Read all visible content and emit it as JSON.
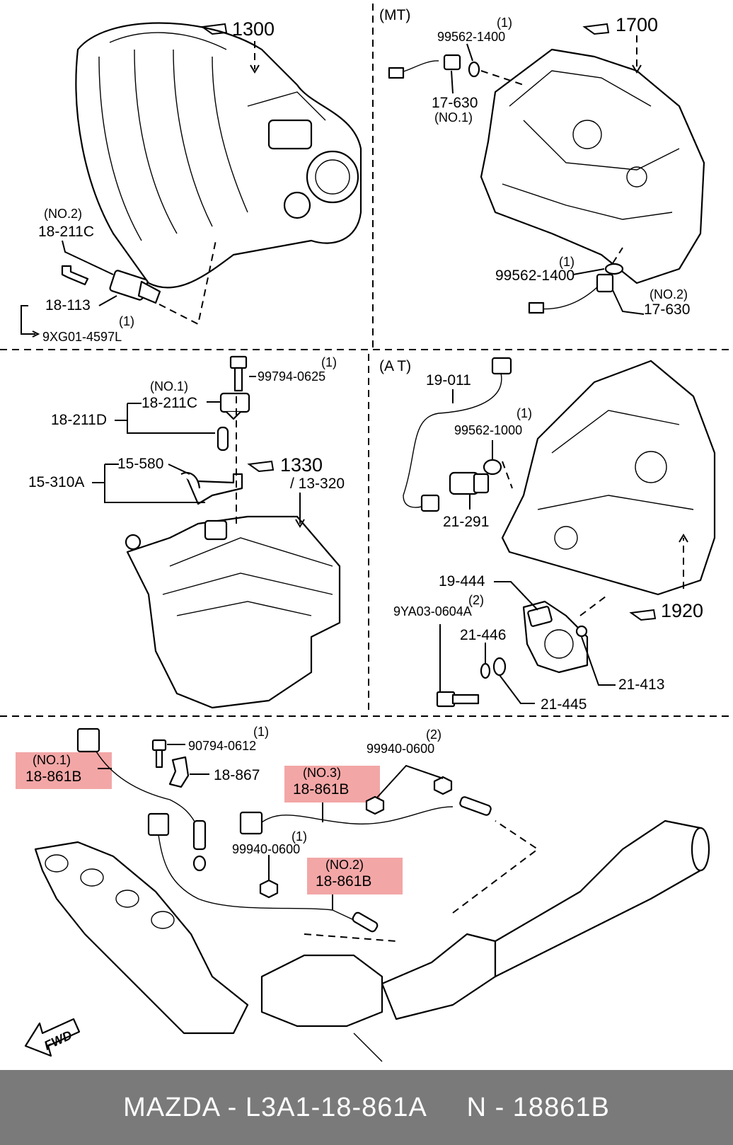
{
  "sections": {
    "mt": "(MT)",
    "at": "(A T)"
  },
  "refs": {
    "r1300": "1300",
    "r1700": "1700",
    "r1330": "1330",
    "r13320": "/ 13-320",
    "r1920": "1920"
  },
  "labels": {
    "no2_top": "(NO.2)",
    "p18211c_top": "18-211C",
    "p18113": "18-113",
    "q1_a": "(1)",
    "p9xg01": "9XG01-4597L",
    "q1_b": "(1)",
    "p99562_1400_a": "99562-1400",
    "p17630_a": "17-630",
    "no1_a": "(NO.1)",
    "q1_c": "(1)",
    "p99562_1400_b": "99562-1400",
    "no2_b": "(NO.2)",
    "p17630_b": "17-630",
    "q1_d": "(1)",
    "p99794": "99794-0625",
    "no1_b": "(NO.1)",
    "p18211c_mid": "18-211C",
    "p18211d": "18-211D",
    "p15580": "15-580",
    "p15310a": "15-310A",
    "p19011": "19-011",
    "q1_e": "(1)",
    "p99562_1000": "99562-1000",
    "p21291": "21-291",
    "p19444": "19-444",
    "q2_a": "(2)",
    "p9ya03": "9YA03-0604A",
    "p21446": "21-446",
    "p21413": "21-413",
    "p21445": "21-445",
    "q1_f": "(1)",
    "p90794": "90794-0612",
    "p18867": "18-867",
    "q2_b": "(2)",
    "p99940_a": "99940-0600",
    "q1_g": "(1)",
    "p99940_b": "99940-0600",
    "hl_no1": "(NO.1)",
    "hl_18861b_1": "18-861B",
    "hl_no3": "(NO.3)",
    "hl_18861b_3": "18-861B",
    "hl_no2": "(NO.2)",
    "hl_18861b_2": "18-861B",
    "fwd": "FWD"
  },
  "footer": {
    "text": "MAZDA - L3A1-18-861A     N - 18861B"
  },
  "colors": {
    "highlight": "#ef8d8d",
    "footer_bg": "#7a7a7a",
    "footer_text": "#ffffff"
  }
}
